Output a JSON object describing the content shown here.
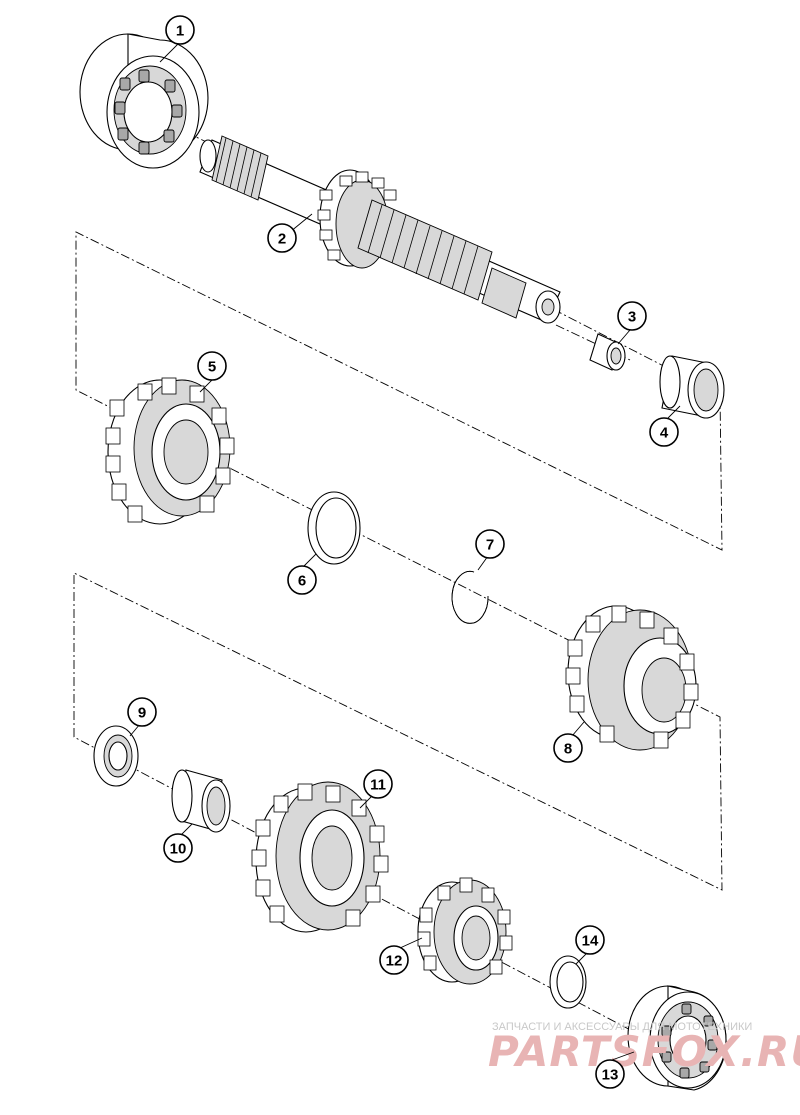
{
  "callouts": [
    {
      "id": "1",
      "label": "1"
    },
    {
      "id": "2",
      "label": "2"
    },
    {
      "id": "3",
      "label": "3"
    },
    {
      "id": "4",
      "label": "4"
    },
    {
      "id": "5",
      "label": "5"
    },
    {
      "id": "6",
      "label": "6"
    },
    {
      "id": "7",
      "label": "7"
    },
    {
      "id": "8",
      "label": "8"
    },
    {
      "id": "9",
      "label": "9"
    },
    {
      "id": "10",
      "label": "10"
    },
    {
      "id": "11",
      "label": "11"
    },
    {
      "id": "12",
      "label": "12"
    },
    {
      "id": "13",
      "label": "13"
    },
    {
      "id": "14",
      "label": "14"
    }
  ],
  "watermark": {
    "tagline": "ЗАПЧАСТИ И АКСЕССУАРЫ ДЛЯ МОТОТЕХНИКИ",
    "brand": "PARTSFOX.RU",
    "color": "#e8b4b4"
  }
}
